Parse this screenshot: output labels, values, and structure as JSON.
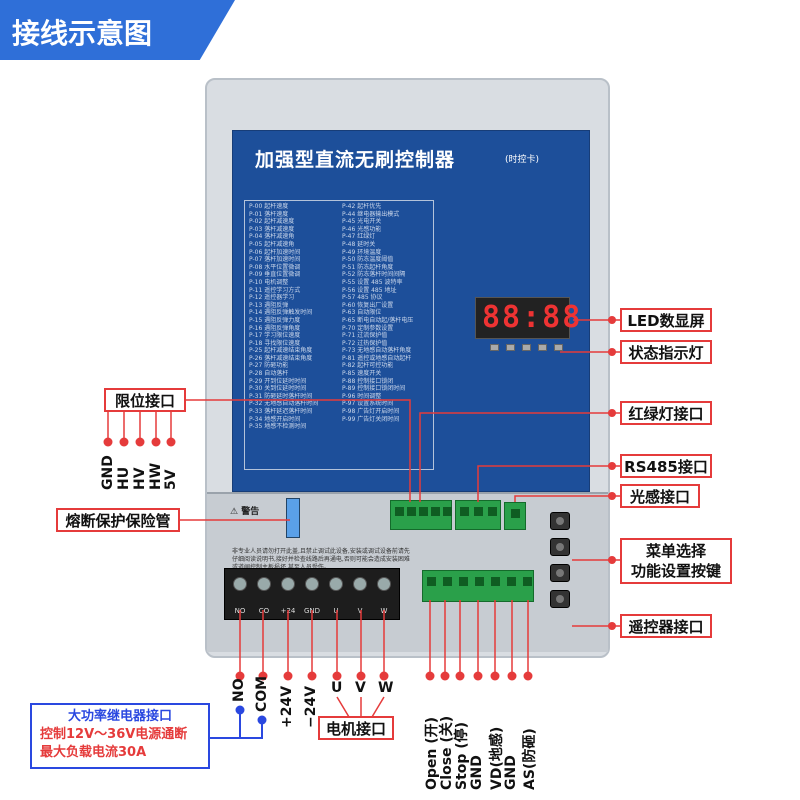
{
  "header": {
    "title": "接线示意图"
  },
  "board": {
    "title": "加强型直流无刷控制器",
    "subtitle": "(时控卡)",
    "led_display": "88:88",
    "warning": "⚠ 警告",
    "warning_text": "非专业人员请勿打开此盖,且禁止调试此设备,安装或调试设备前请先仔细阅读说明书,接好并检查线路后再通电,否则可能会造成安装困难或道闸控制主板损坏,甚至人员受伤。",
    "params": [
      "P-00 起杆速度",
      "P-01 落杆速度",
      "P-02 起杆减速度",
      "P-03 落杆减速度",
      "P-04 落杆减速角",
      "P-05 起杆减速角",
      "P-06 起杆加速时间",
      "P-07 落杆加速时间",
      "P-08 水平位置微调",
      "P-09 垂直位置微调",
      "P-10 电机调整",
      "P-11 遥控学习方式",
      "P-12 遥控器学习",
      "P-13 遇阻反弹",
      "P-14 遇阻反弹触发时间",
      "P-15 遇阻反弹力度",
      "P-16 遇阻反弹角度",
      "P-17 学习限位速度",
      "P-18 寻找限位速度",
      "P-25 起杆减速结束角度",
      "P-26 落杆减速结束角度",
      "P-27 防砸功能",
      "P-28 自动落杆",
      "P-29 开到位延时时间",
      "P-30 关到位延时时间",
      "P-31 防砸延时落杆时间",
      "P-32 无地感自动落杆时间",
      "P-33 落杆延迟落杆时间",
      "P-34 地感开启时间",
      "P-35 地感不检测时间",
      "P-42 起杆优先",
      "P-44 继电器输出模式",
      "P-45 光电开关",
      "P-46 光感功能",
      "P-47 红绿灯",
      "P-48 延时关",
      "P-49 环境温度",
      "P-50 防冻温度阈值",
      "P-51 防冻起杆角度",
      "P-52 防冻落杆时间间隔",
      "P-55 设置 485 波特率",
      "P-56 设置 485 地址",
      "P-57 485 协议",
      "P-60 恢复出厂设置",
      "P-63 自动限位",
      "P-65 断电自动起/落杆电压",
      "P-70 定制参数设置",
      "P-71 过流保护值",
      "P-72 过热保护值",
      "P-73 无地感自动落杆角度",
      "P-81 遥控或地感自动起杆",
      "P-82 起杆可控功能",
      "P-85 速度开关",
      "P-88 控制接口锁闭",
      "P-89 控制接口锁闭时间",
      "P-96 时间调整",
      "P-97 设置系统时间",
      "P-98 广告灯开启时间",
      "P-99 广告灯关闭时间"
    ],
    "terminal_labels": [
      "NO",
      "CO",
      "+24",
      "GND",
      "U",
      "V",
      "W"
    ]
  },
  "callouts_right": [
    "LED数显屏",
    "状态指示灯",
    "红绿灯接口",
    "RS485接口",
    "光感接口",
    "菜单选择",
    "功能设置按键",
    "遥控器接口"
  ],
  "callouts_left": {
    "limit": "限位接口",
    "fuse": "熔断保护保险管"
  },
  "limit_pins": [
    "GND",
    "HU",
    "HV",
    "HW",
    "5V"
  ],
  "bottom_pins": [
    "NO",
    "COM",
    "+24V",
    "−24V",
    "U",
    "V",
    "W",
    "Open (开)",
    "Close (关)",
    "Stop (停)",
    "GND",
    "VD(地感)",
    "GND",
    "AS(防砸)"
  ],
  "motor_label": "电机接口",
  "relay": {
    "title": "大功率继电器接口",
    "line1": "控制12V～36V电源通断",
    "line2": "最大负载电流30A"
  },
  "colors": {
    "banner": "#2f6fd8",
    "callout": "#e53b3b",
    "relay": "#2a48e0",
    "pcb": "#1d4f9a"
  }
}
